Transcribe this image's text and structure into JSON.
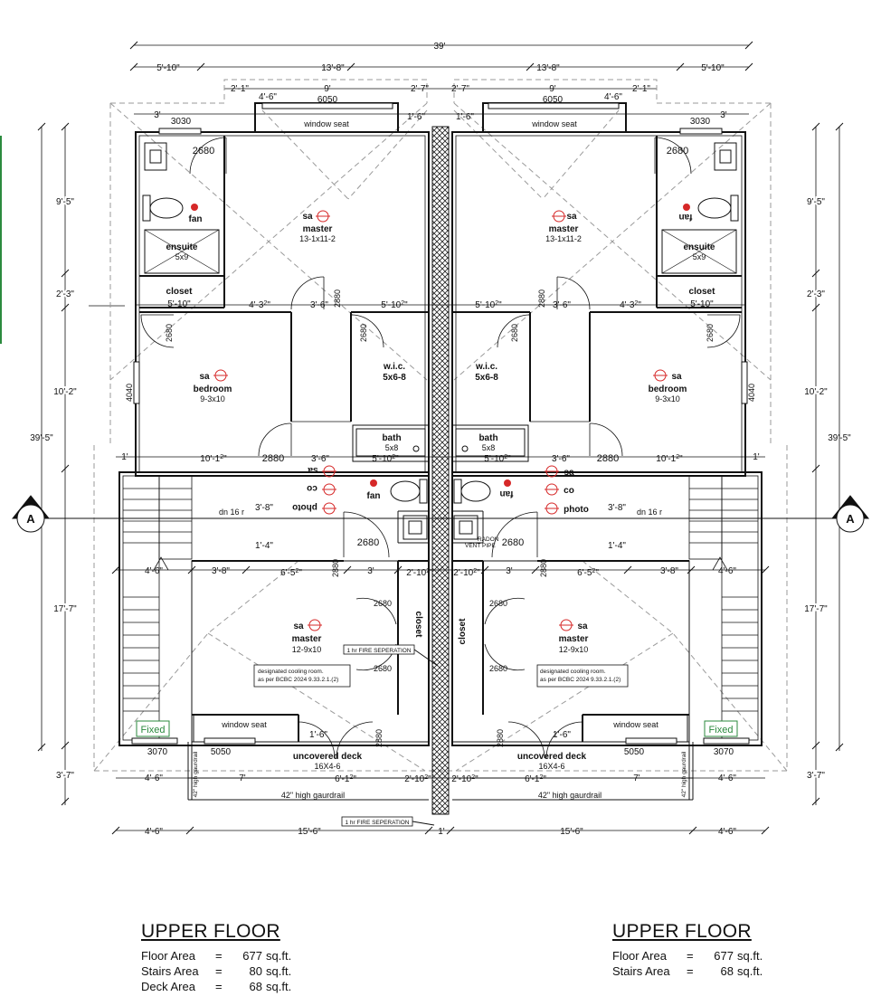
{
  "overall": {
    "width_dim": "39'",
    "height_dim": "39'-5\""
  },
  "dims": {
    "top_5_10": "5'-10\"",
    "top_13_8": "13'-8\"",
    "top_2_1": "2'-1\"",
    "top_9": "9'",
    "top_2_7": "2'-7\"",
    "top_4_6": "4'-6\"",
    "top_3": "3'",
    "top_1_6": "1'-6\"",
    "side_9_5": "9'-5\"",
    "side_2_3": "2'-3\"",
    "side_10_2": "10'-2\"",
    "side_17_7": "17'-7\"",
    "side_3_7": "3'-7\"",
    "mid_4_3h": "4'-3",
    "mid_3_6": "3'-6\"",
    "mid_5_10h": "5'-10",
    "mid_10_1h": "10'-1",
    "mid_1": "1'",
    "mid_3_8": "3'-8\"",
    "mid_1_4": "1'-4\"",
    "mid_6_5h": "6'-5",
    "mid_2_10h": "2'-10",
    "mid_7": "7'",
    "mid_6_1h": "6'-1",
    "bot_15_6": "15'-6\"",
    "bot_1": "1'",
    "half": "2",
    "one": "1",
    "inch": "\""
  },
  "rooms": {
    "window_seat": "window seat",
    "master": "master",
    "master_upper_size": "13-1x11-2",
    "master_lower_size": "12-9x10",
    "ensuite": "ensuite",
    "ensuite_size": "5x9",
    "closet": "closet",
    "bedroom": "bedroom",
    "bedroom_size": "9-3x10",
    "wic": "w.i.c.",
    "wic_size": "5x6-8",
    "bath": "bath",
    "bath_size": "5x8",
    "uncovered_deck": "uncovered deck",
    "deck_size": "16X4-6",
    "fan": "fan",
    "sa": "sa",
    "co": "co",
    "photo": "photo",
    "dn": "dn 16 r"
  },
  "openings": {
    "w6050": "6050",
    "w3030": "3030",
    "d2680": "2680",
    "d2880": "2880",
    "w4040": "4040",
    "w3070": "3070",
    "w5050": "5050",
    "fixed": "Fixed"
  },
  "notes": {
    "fire_sep": "1 hr FIRE SEPERATION",
    "guardrail": "42\" high gaurdrail",
    "guardrail_v": "42\" high gaurdrail",
    "cooling_1": "designated cooling room.",
    "cooling_2": "as per BCBC 2024 9.33.2.1.(2)",
    "radon_1": "RADON",
    "radon_2": "VENT PIPE",
    "section": "A"
  },
  "summary_left": {
    "title": "UPPER FLOOR",
    "rows": [
      {
        "label": "Floor Area",
        "eq": "=",
        "value": "677",
        "unit": "sq.ft."
      },
      {
        "label": "Stairs Area",
        "eq": "=",
        "value": "80",
        "unit": "sq.ft."
      },
      {
        "label": "Deck Area",
        "eq": "=",
        "value": "68",
        "unit": "sq.ft."
      }
    ]
  },
  "summary_right": {
    "title": "UPPER FLOOR",
    "rows": [
      {
        "label": "Floor Area",
        "eq": "=",
        "value": "677",
        "unit": "sq.ft."
      },
      {
        "label": "Stairs Area",
        "eq": "=",
        "value": "68",
        "unit": "sq.ft."
      }
    ]
  },
  "colors": {
    "line": "#111111",
    "dash": "#9a9a9a",
    "detector": "#d62828",
    "fixed_green": "#2b8a3e"
  }
}
